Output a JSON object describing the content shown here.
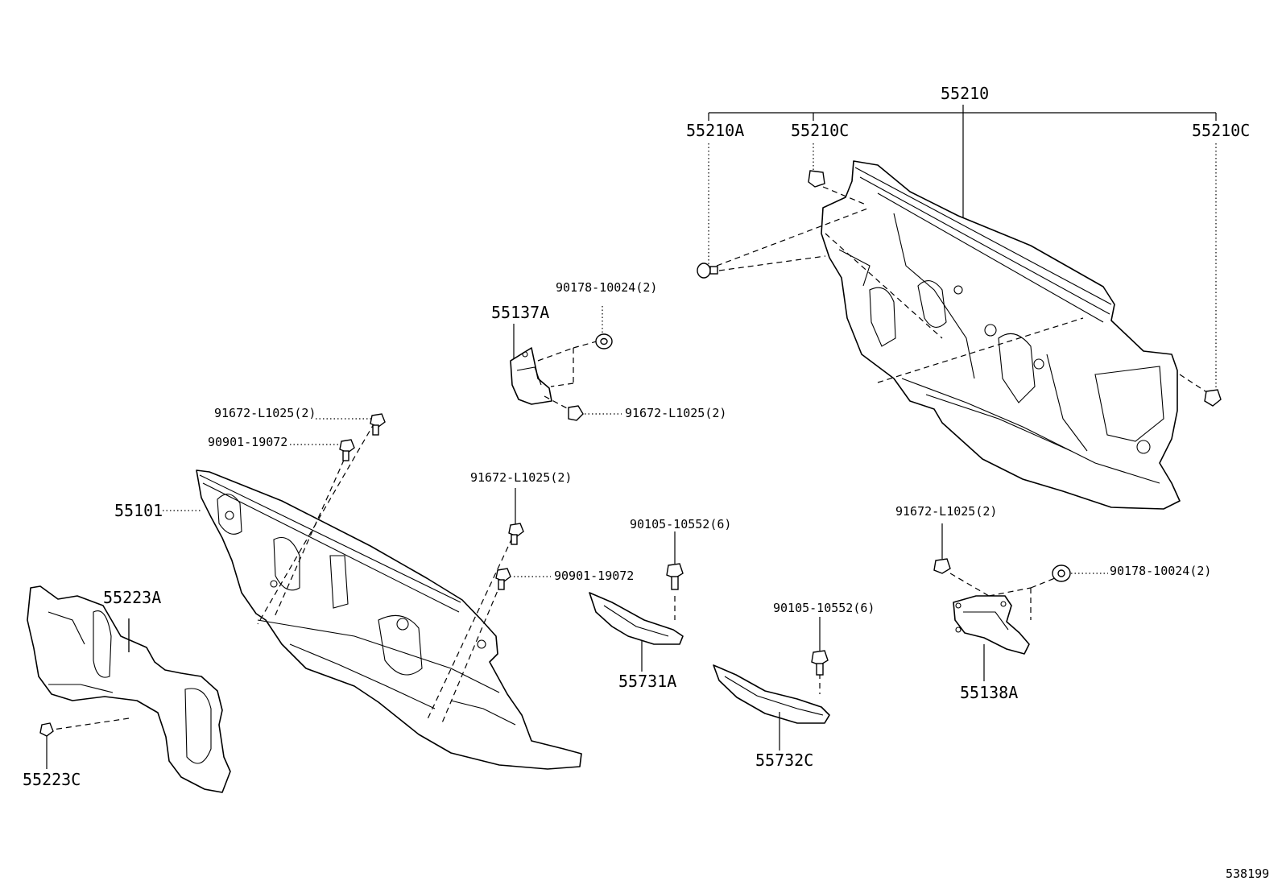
{
  "labels": {
    "p55210": "55210",
    "p55210A": "55210A",
    "p55210C_1": "55210C",
    "p55210C_2": "55210C",
    "p90178_top": "90178-10024(2)",
    "p55137A": "55137A",
    "p91672_mid": "91672-L1025(2)",
    "p91672_left": "91672-L1025(2)",
    "p90901_left": "90901-19072",
    "p55101": "55101",
    "p91672_center": "91672-L1025(2)",
    "p90901_center": "90901-19072",
    "p90105_a": "90105-10552(6)",
    "p55731A": "55731A",
    "p55223A": "55223A",
    "p55223C": "55223C",
    "p90105_b": "90105-10552(6)",
    "p55732C": "55732C",
    "p91672_right": "91672-L1025(2)",
    "p90178_right": "90178-10024(2)",
    "p55138A": "55138A",
    "diagram_number": "538199"
  }
}
